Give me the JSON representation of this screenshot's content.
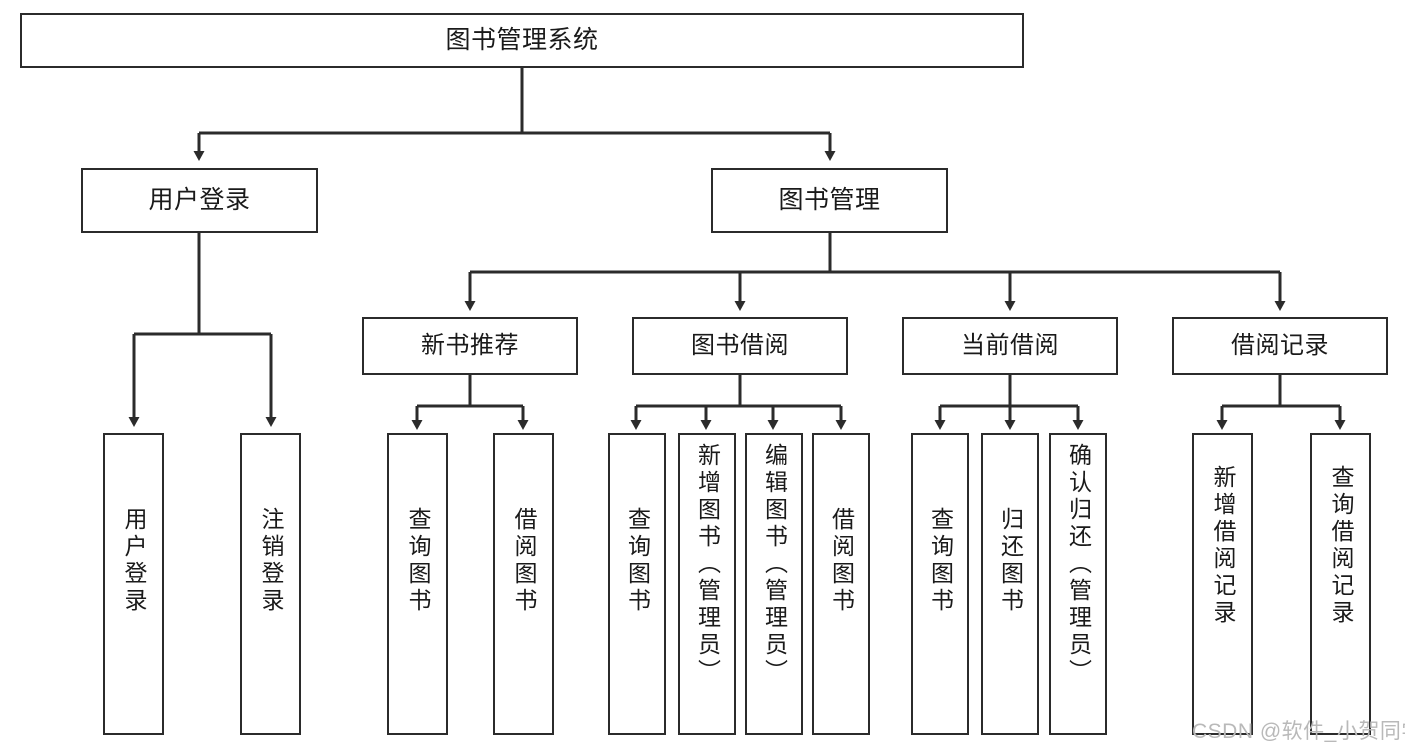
{
  "diagram": {
    "type": "tree-hierarchy",
    "title": "图书管理系统",
    "root": {
      "label": "图书管理系统"
    },
    "level2": [
      {
        "label": "用户登录"
      },
      {
        "label": "图书管理"
      }
    ],
    "level3": [
      {
        "label": "新书推荐"
      },
      {
        "label": "图书借阅"
      },
      {
        "label": "当前借阅"
      },
      {
        "label": "借阅记录"
      }
    ],
    "leaves": {
      "user_login": [
        {
          "label": "用户登录"
        },
        {
          "label": "注销登录"
        }
      ],
      "new_book_recommend": [
        {
          "label": "查询图书"
        },
        {
          "label": "借阅图书"
        }
      ],
      "book_borrow": [
        {
          "label": "查询图书"
        },
        {
          "label": "新增图书（管理员）"
        },
        {
          "label": "编辑图书（管理员）"
        },
        {
          "label": "借阅图书"
        }
      ],
      "current_borrow": [
        {
          "label": "查询图书"
        },
        {
          "label": "归还图书"
        },
        {
          "label": "确认归还（管理员）"
        }
      ],
      "borrow_record": [
        {
          "label": "新增借阅记录"
        },
        {
          "label": "查询借阅记录"
        }
      ]
    }
  },
  "watermark": {
    "text": "CSDN @软件_小贺同学"
  },
  "colors": {
    "stroke": "#2b2b2b",
    "background": "#ffffff",
    "text": "#1a1a1a",
    "watermark": "#b9b9b9"
  }
}
